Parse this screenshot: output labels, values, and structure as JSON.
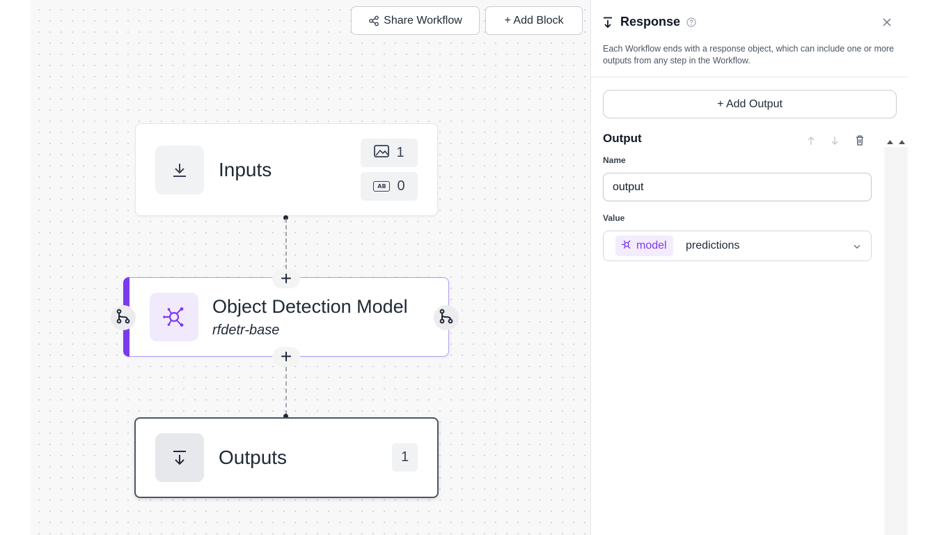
{
  "toolbar": {
    "share_label": "Share Workflow",
    "add_block_label": "+ Add Block"
  },
  "canvas": {
    "inputs_node": {
      "title": "Inputs",
      "image_count": "1",
      "text_count": "0",
      "text_badge": "AB"
    },
    "model_node": {
      "title": "Object Detection Model",
      "subtitle": "rfdetr-base"
    },
    "outputs_node": {
      "title": "Outputs",
      "count": "1"
    },
    "plus_symbol": "+"
  },
  "panel": {
    "title": "Response",
    "description": "Each Workflow ends with a response object, which can include one or more outputs from any step in the Workflow.",
    "add_output_label": "+ Add Output",
    "output_section": {
      "title": "Output",
      "name_label": "Name",
      "name_value": "output",
      "value_label": "Value",
      "value_step": "model",
      "value_property": "predictions"
    }
  },
  "colors": {
    "accent_purple": "#7c3aed",
    "chip_purple_bg": "#f3ecfe",
    "canvas_bg": "#f8f8f9"
  },
  "icons": [
    "share-icon",
    "download-icon",
    "image-icon",
    "text-icon",
    "model-icon",
    "branch-icon",
    "output-icon",
    "help-icon",
    "close-icon",
    "arrow-up-icon",
    "arrow-down-icon",
    "trash-icon",
    "chevron-down-icon",
    "collapse-icon"
  ]
}
